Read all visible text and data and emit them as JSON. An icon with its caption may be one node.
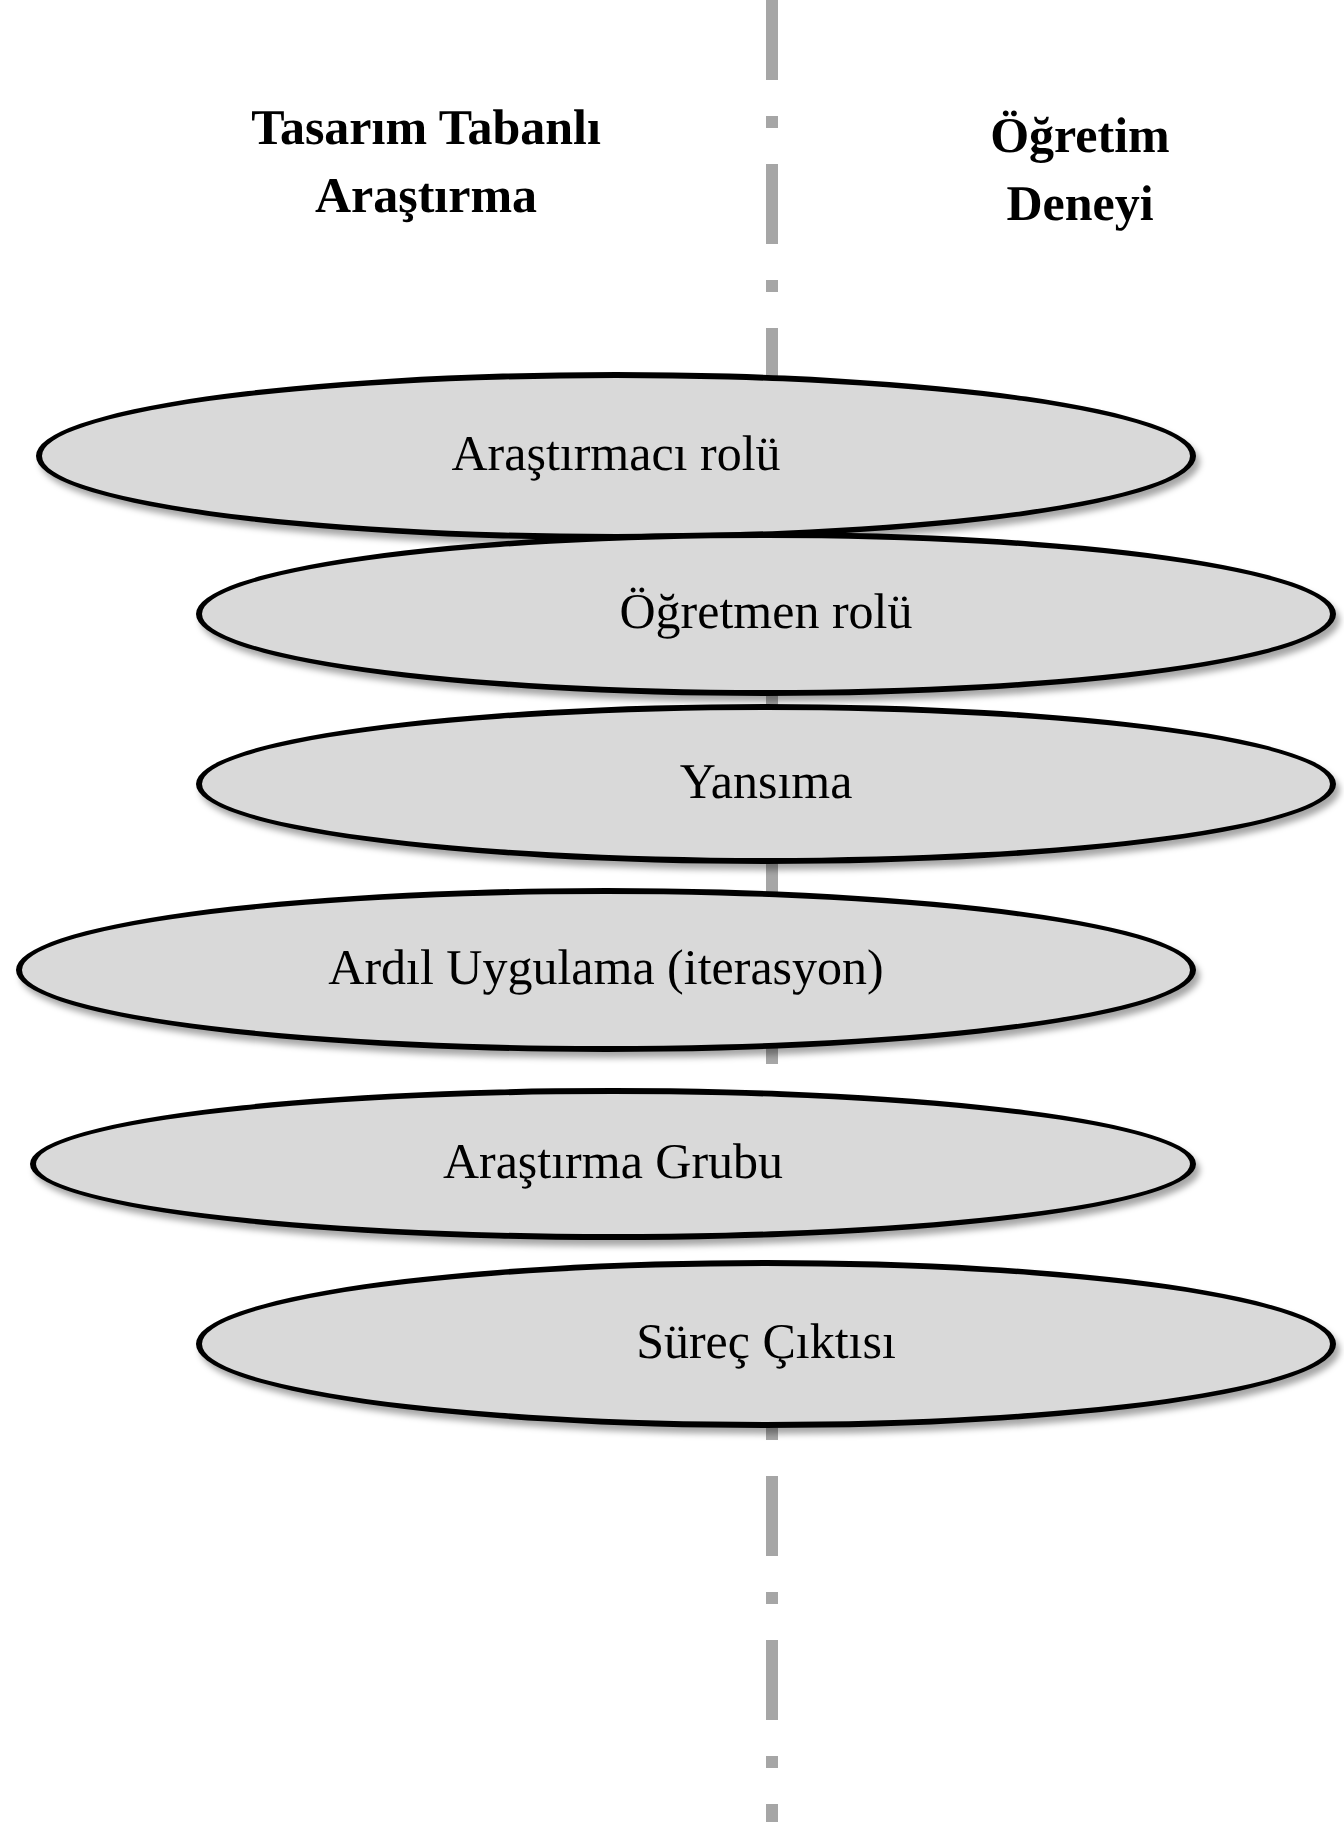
{
  "diagram": {
    "nodes": [
      {
        "text": [
          "Araştırmacı rolü"
        ]
      },
      {
        "text": [
          "Öğretmen rolü"
        ]
      },
      {
        "text": [
          "Yansıma"
        ]
      },
      {
        "text": [
          "Ardıl Uygulama (iterasyon)"
        ]
      },
      {
        "text": [
          "Araştırma Grubu"
        ]
      },
      {
        "text": [
          "Süreç Çıktısı"
        ]
      }
    ],
    "labels": [
      "Tasarım Tabanlı Araştırma",
      "Öğretim Deneyi"
    ]
  }
}
